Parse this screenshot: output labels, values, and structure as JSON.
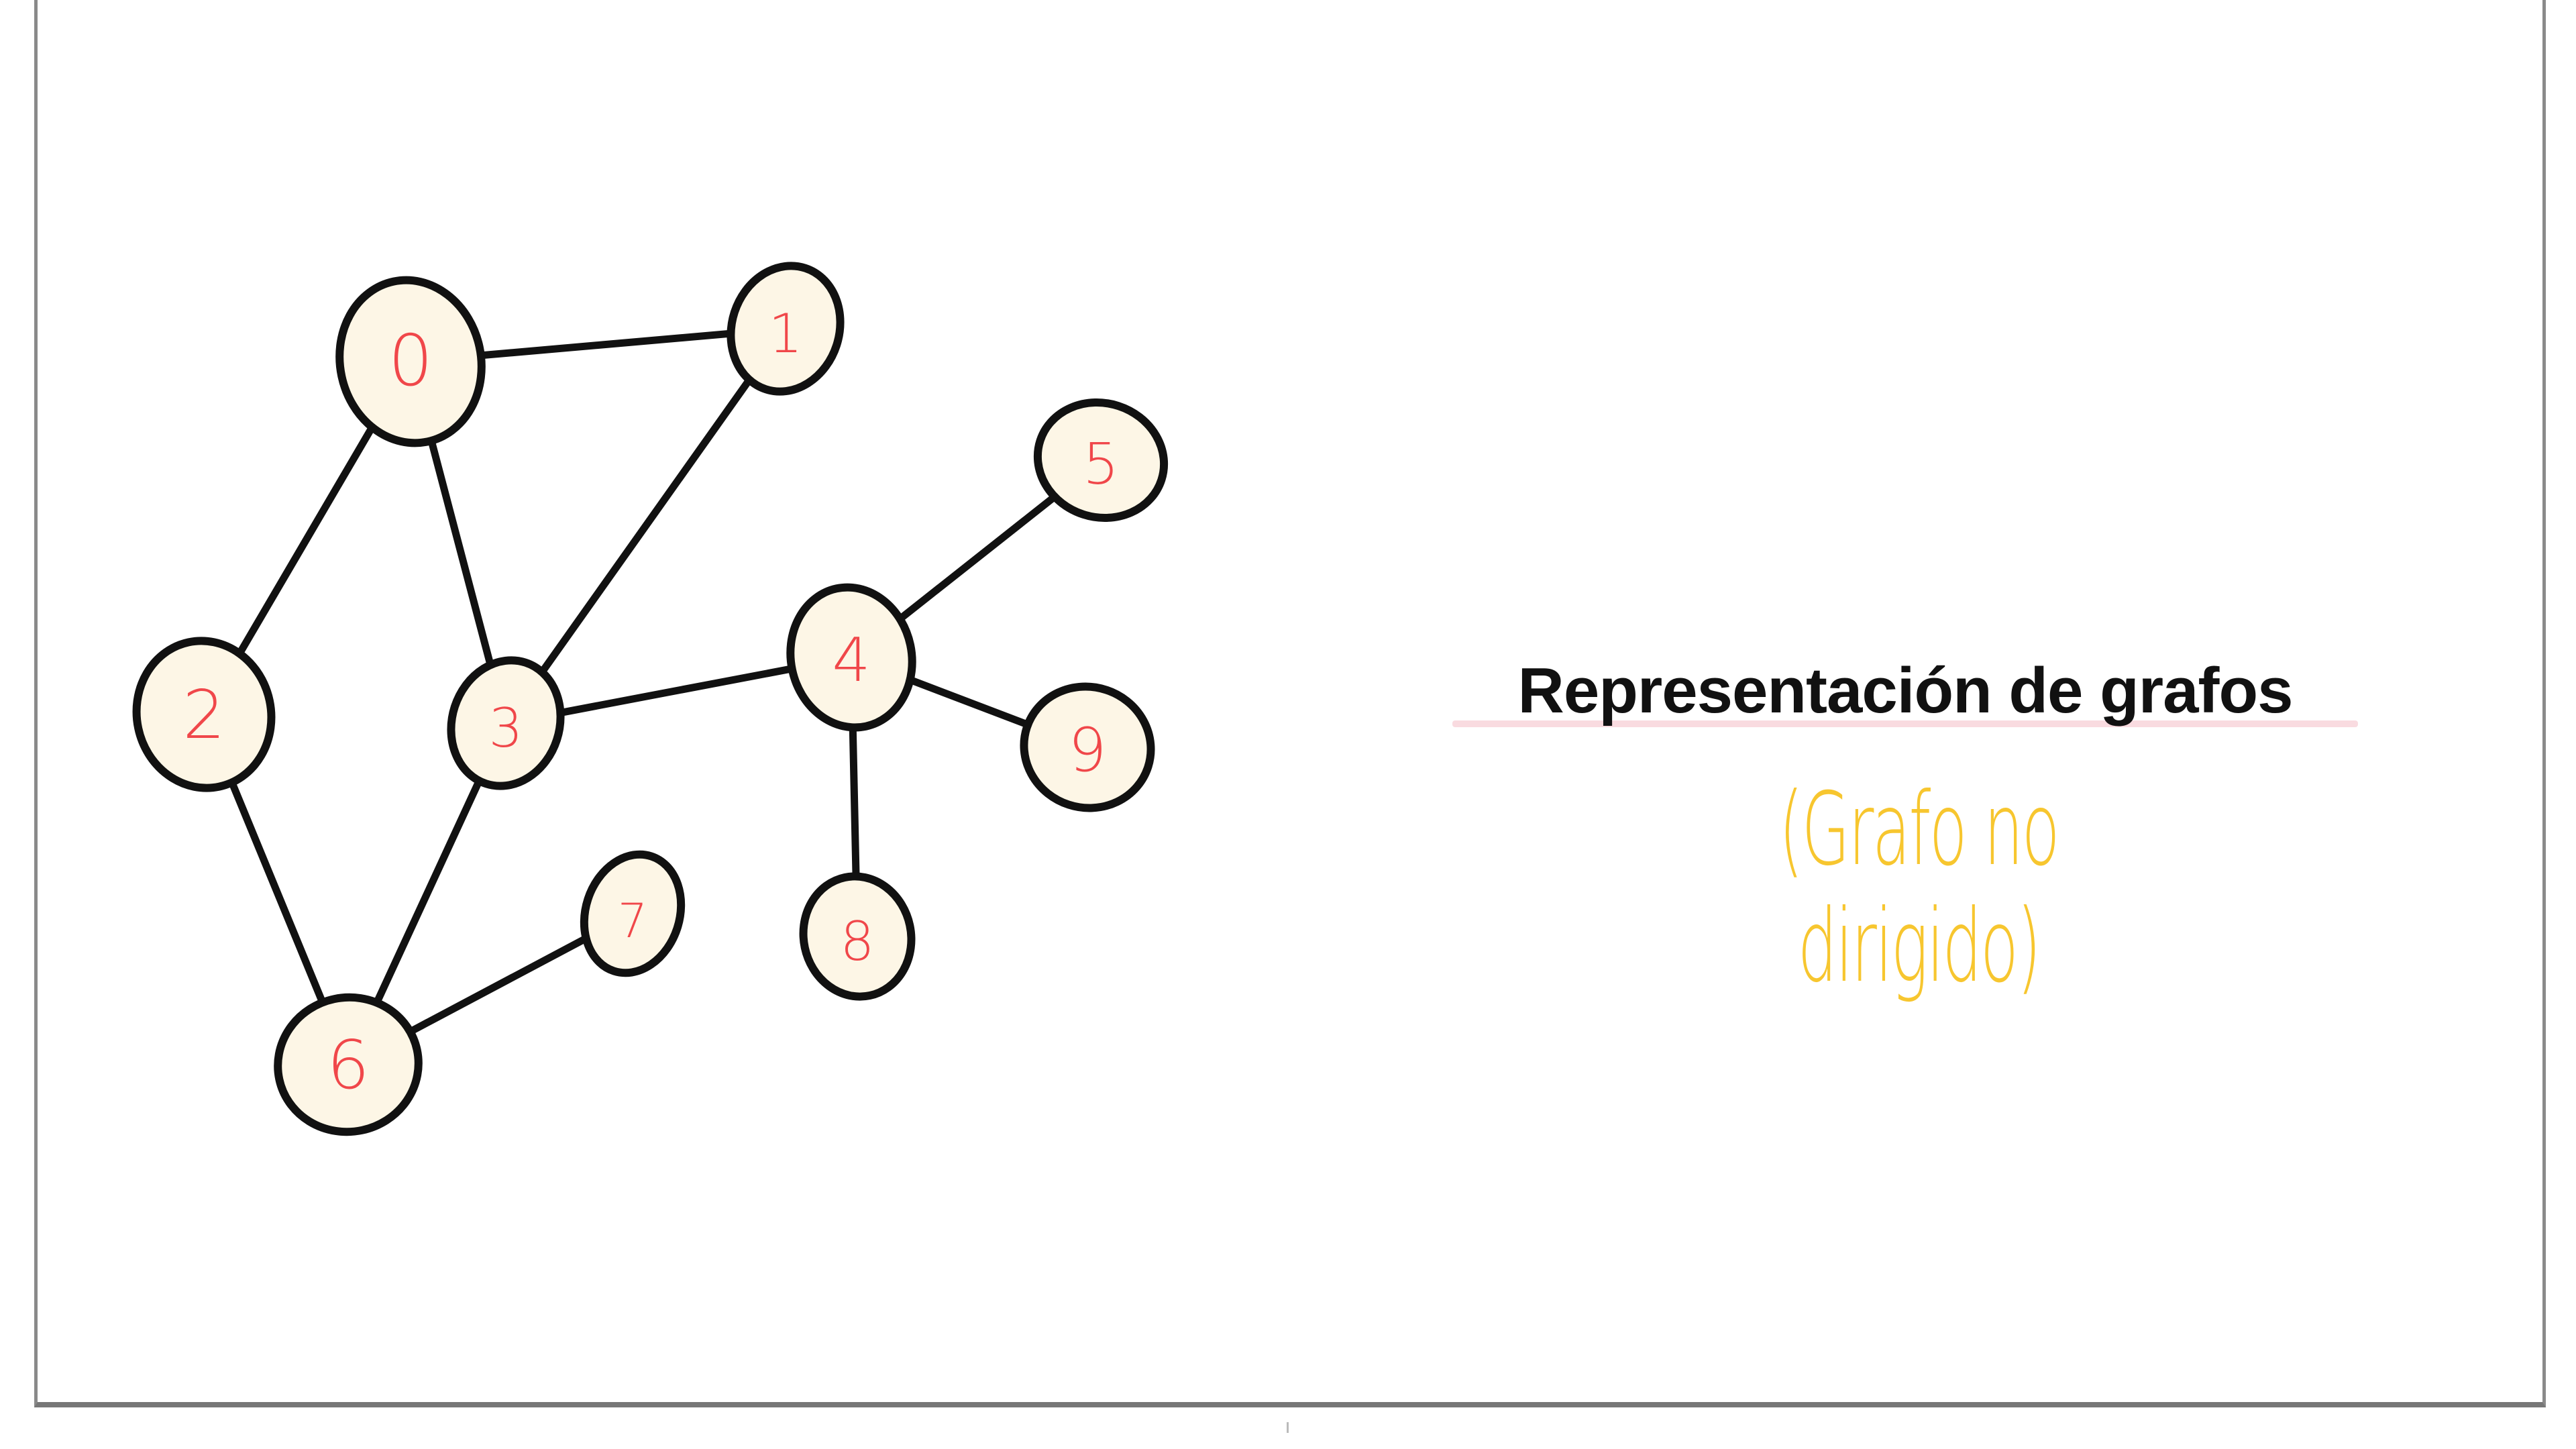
{
  "title": "Representación de grafos",
  "subtitle": "(Grafo no dirigido)",
  "colors": {
    "node_label": "#f0474a",
    "node_fill": "#fdf6e6",
    "stroke": "#111111",
    "subtitle": "#f7c62f",
    "underline": "#f9dbe0"
  },
  "graph": {
    "nodes": [
      "0",
      "1",
      "2",
      "3",
      "4",
      "5",
      "6",
      "7",
      "8",
      "9"
    ],
    "edges": [
      [
        "0",
        "1"
      ],
      [
        "0",
        "2"
      ],
      [
        "0",
        "3"
      ],
      [
        "1",
        "3"
      ],
      [
        "3",
        "4"
      ],
      [
        "4",
        "5"
      ],
      [
        "4",
        "9"
      ],
      [
        "4",
        "8"
      ],
      [
        "2",
        "6"
      ],
      [
        "3",
        "6"
      ],
      [
        "6",
        "7"
      ]
    ]
  }
}
